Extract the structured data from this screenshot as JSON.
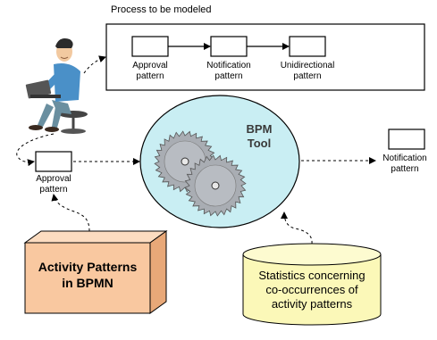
{
  "process": {
    "title": "Process to be modeled",
    "steps": [
      "Approval pattern",
      "Notification pattern",
      "Unidirectional pattern"
    ]
  },
  "input_pattern": "Approval pattern",
  "output_pattern": "Notification pattern",
  "tool": {
    "label_line1": "BPM",
    "label_line2": "Tool"
  },
  "repository": {
    "line1": "Activity Patterns",
    "line2": "in BPMN"
  },
  "statistics": {
    "line1": "Statistics concerning",
    "line2": "co-occurrences of",
    "line3": "activity patterns"
  },
  "colors": {
    "ellipse_fill": "#c9eef3",
    "repository_fill": "#f9c8a0",
    "cylinder_fill": "#fbf8b8",
    "gear_fill": "#a9adb3",
    "shirt": "#4a90c8",
    "pants": "#6a8fa0"
  }
}
